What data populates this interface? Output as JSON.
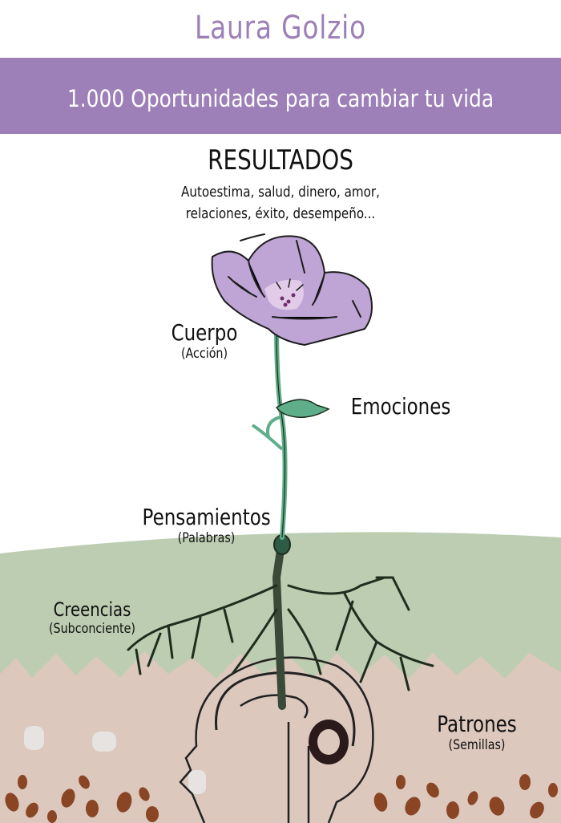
{
  "header": {
    "author": "Laura Golzio",
    "subtitle": "1.000 Oportunidades para cambiar tu vida"
  },
  "results": {
    "title": "RESULTADOS",
    "line1": "Autoestima, salud, dinero, amor,",
    "line2": "relaciones, éxito, desempeño..."
  },
  "labels": {
    "cuerpo": {
      "title": "Cuerpo",
      "sub": "(Acción)"
    },
    "emociones": {
      "title": "Emociones"
    },
    "pensamientos": {
      "title": "Pensamientos",
      "sub": "(Palabras)"
    },
    "creencias": {
      "title": "Creencias",
      "sub": "(Subconciente)"
    },
    "patrones": {
      "title": "Patrones",
      "sub": "(Semillas)"
    }
  },
  "colors": {
    "brand_purple": "#9e80b9",
    "petal": "#bfa4d6",
    "stem": "#5fae8a",
    "soil_green": "#bccdb0",
    "soil_pink": "#dcc7bd",
    "bean": "#8a4525"
  }
}
